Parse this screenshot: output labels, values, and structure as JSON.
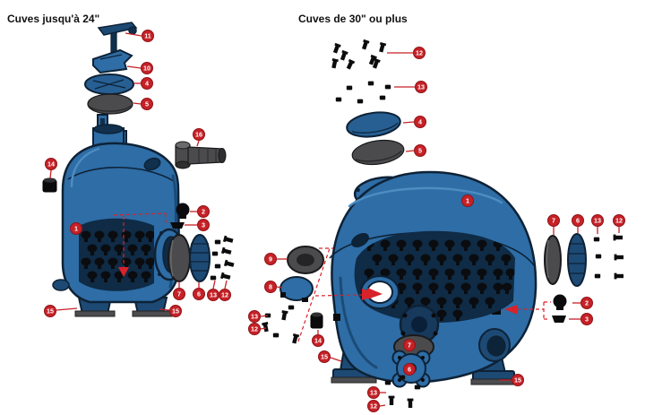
{
  "left_group": {
    "title": "Cuves jusqu'à 24\"",
    "badges": [
      {
        "label": "11"
      },
      {
        "label": "10"
      },
      {
        "label": "4"
      },
      {
        "label": "5"
      },
      {
        "label": "16"
      },
      {
        "label": "14"
      },
      {
        "label": "1"
      },
      {
        "label": "2"
      },
      {
        "label": "3"
      },
      {
        "label": "7"
      },
      {
        "label": "6"
      },
      {
        "label": "13"
      },
      {
        "label": "12"
      },
      {
        "label": "15"
      },
      {
        "label": "15"
      }
    ]
  },
  "right_group": {
    "title": "Cuves de 30\" ou plus",
    "badges": [
      {
        "label": "12"
      },
      {
        "label": "13"
      },
      {
        "label": "4"
      },
      {
        "label": "5"
      },
      {
        "label": "1"
      },
      {
        "label": "9"
      },
      {
        "label": "8"
      },
      {
        "label": "13"
      },
      {
        "label": "12"
      },
      {
        "label": "14"
      },
      {
        "label": "15"
      },
      {
        "label": "7"
      },
      {
        "label": "6"
      },
      {
        "label": "13"
      },
      {
        "label": "12"
      },
      {
        "label": "2"
      },
      {
        "label": "3"
      },
      {
        "label": "7"
      },
      {
        "label": "6"
      },
      {
        "label": "13"
      },
      {
        "label": "12"
      },
      {
        "label": "15"
      }
    ]
  },
  "colors": {
    "badge_red": "#c62127",
    "tank_blue": "#2e6da6",
    "dark_navy": "#0e2236",
    "part_gray": "#4b4b4d",
    "annotation_red": "#d8232a"
  }
}
